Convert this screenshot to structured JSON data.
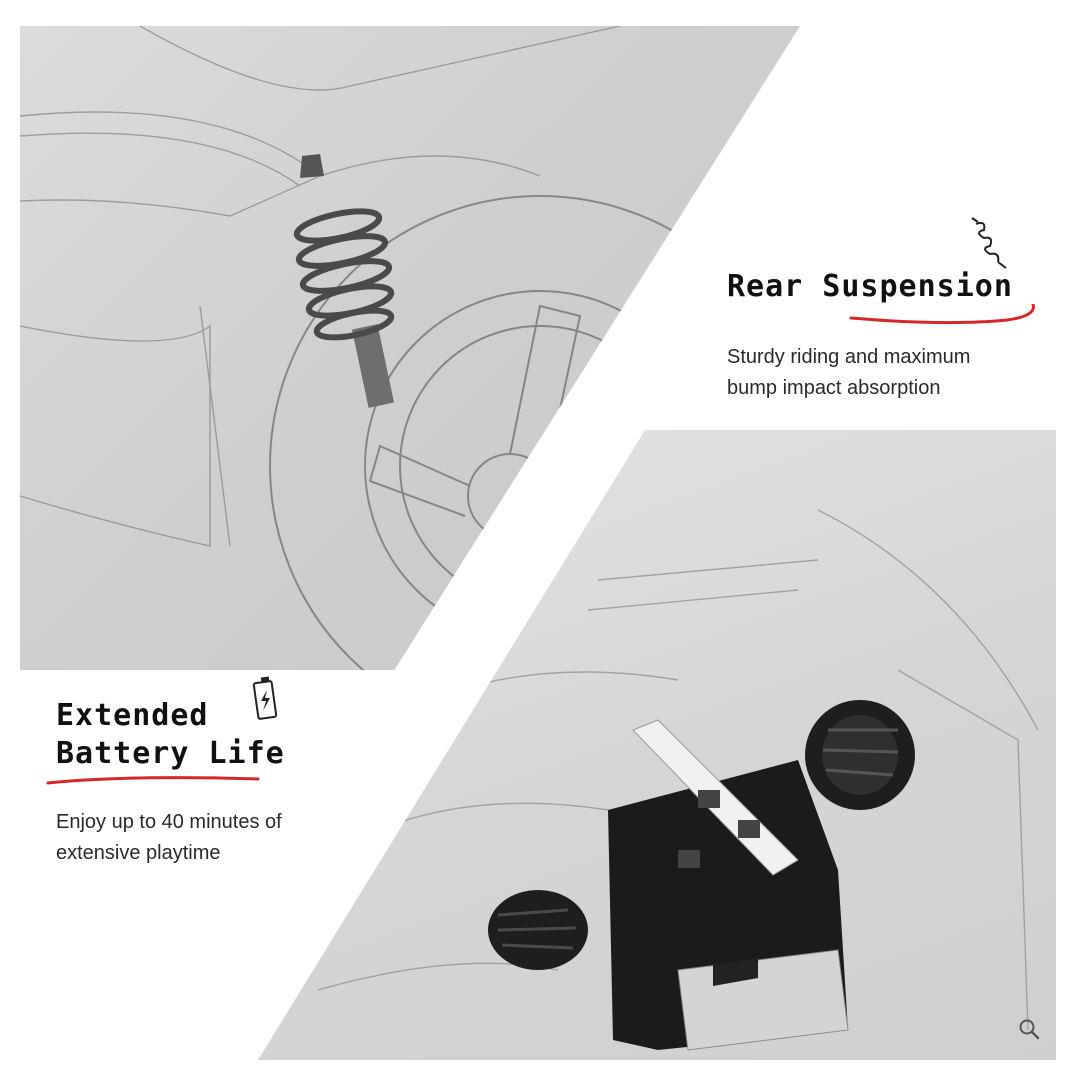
{
  "features": {
    "rear_suspension": {
      "title": "Rear Suspension",
      "description_line1": "Sturdy riding and maximum",
      "description_line2": "bump impact absorption",
      "icon": "spring-icon"
    },
    "battery": {
      "title_line1": "Extended",
      "title_line2": "Battery Life",
      "description_line1": "Enjoy up to 40 minutes of",
      "description_line2": "extensive playtime",
      "icon": "battery-icon"
    }
  },
  "colors": {
    "accent_underline": "#d62828",
    "text_dark": "#111111"
  },
  "controls": {
    "zoom_icon": "magnifier-icon"
  }
}
